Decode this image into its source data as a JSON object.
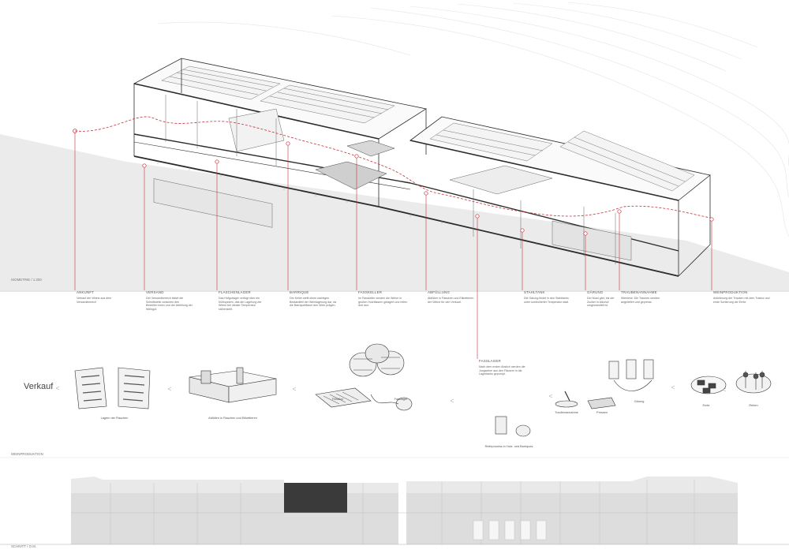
{
  "labels": {
    "isometric": "ISOMETRIE / 1:200",
    "weinproduktion": "WEINPRODUKTION",
    "schnitt": "SCHNITT / o.M.",
    "verkauf": "Verkauf"
  },
  "stations": [
    {
      "title": "ANKUNFT",
      "text": "Verkauf der Weine aus dem Versandbereich"
    },
    {
      "title": "VERSAND",
      "text": "Der Versandbereich bildet die Schnittstelle zwischen den Besteller:innen und der Abfüllung der Weingut."
    },
    {
      "title": "FLASCHENLAGER",
      "text": "Das Hofgutlager verfügt über ein Kühlsystem, das die Lagerung der Weine bei idealer Temperatur sicherstellt."
    },
    {
      "title": "BARRIQUE",
      "text": "Der Keller stellt einen wichtigen Bestandteil der Weinlagerung dar, da die Barriquefässer den Wein prägen."
    },
    {
      "title": "FASSKELLER",
      "text": "Im Fasskeller werden die Weine in großen Holzfässern gelagert und reifen dort aus."
    },
    {
      "title": "ABFÜLLUNG",
      "text": "Abfüllen in Flaschen und Etikettieren der Weine für den Verkauf."
    },
    {
      "title": "STAHLTANK",
      "text": "Die Gärung findet in den Stahltanks unter kontrollierter Temperatur statt."
    },
    {
      "title": "GÄRUNG",
      "text": "Der Most gärt, bis der Zucker in Alkohol umgewandelt ist."
    },
    {
      "title": "TRAUBENANNAHME",
      "text": "Weinlese: Die Trauben werden angeliefert und gepresst."
    },
    {
      "title": "WEINPRODUKTION",
      "text": "Anlieferung der Trauben mit dem Traktor und erste Sortierung der Ernte."
    }
  ],
  "extra_note": {
    "title": "FASSLAGER",
    "text": "Nach dem ersten Abstich werden die Jungweine aus den Fässern in die Lagertanks gepumpt."
  },
  "process_captions": {
    "lagern": "Lagern der Flaschen",
    "abfuellen": "Abfüllen in Flaschen und Etikettieren",
    "filtration": "Filtration",
    "fasslager": "Fasslager",
    "holzfass": "Reifeprozess in Holz- und Barriques",
    "traubenannahme": "Traubenannahme",
    "pressen": "Pressen",
    "gaerung": "Gärung",
    "ernte": "Ernte",
    "reben": "Reben"
  },
  "colors": {
    "accent": "#c8323c",
    "line": "#2b2b2b",
    "ground": "#ececec"
  }
}
